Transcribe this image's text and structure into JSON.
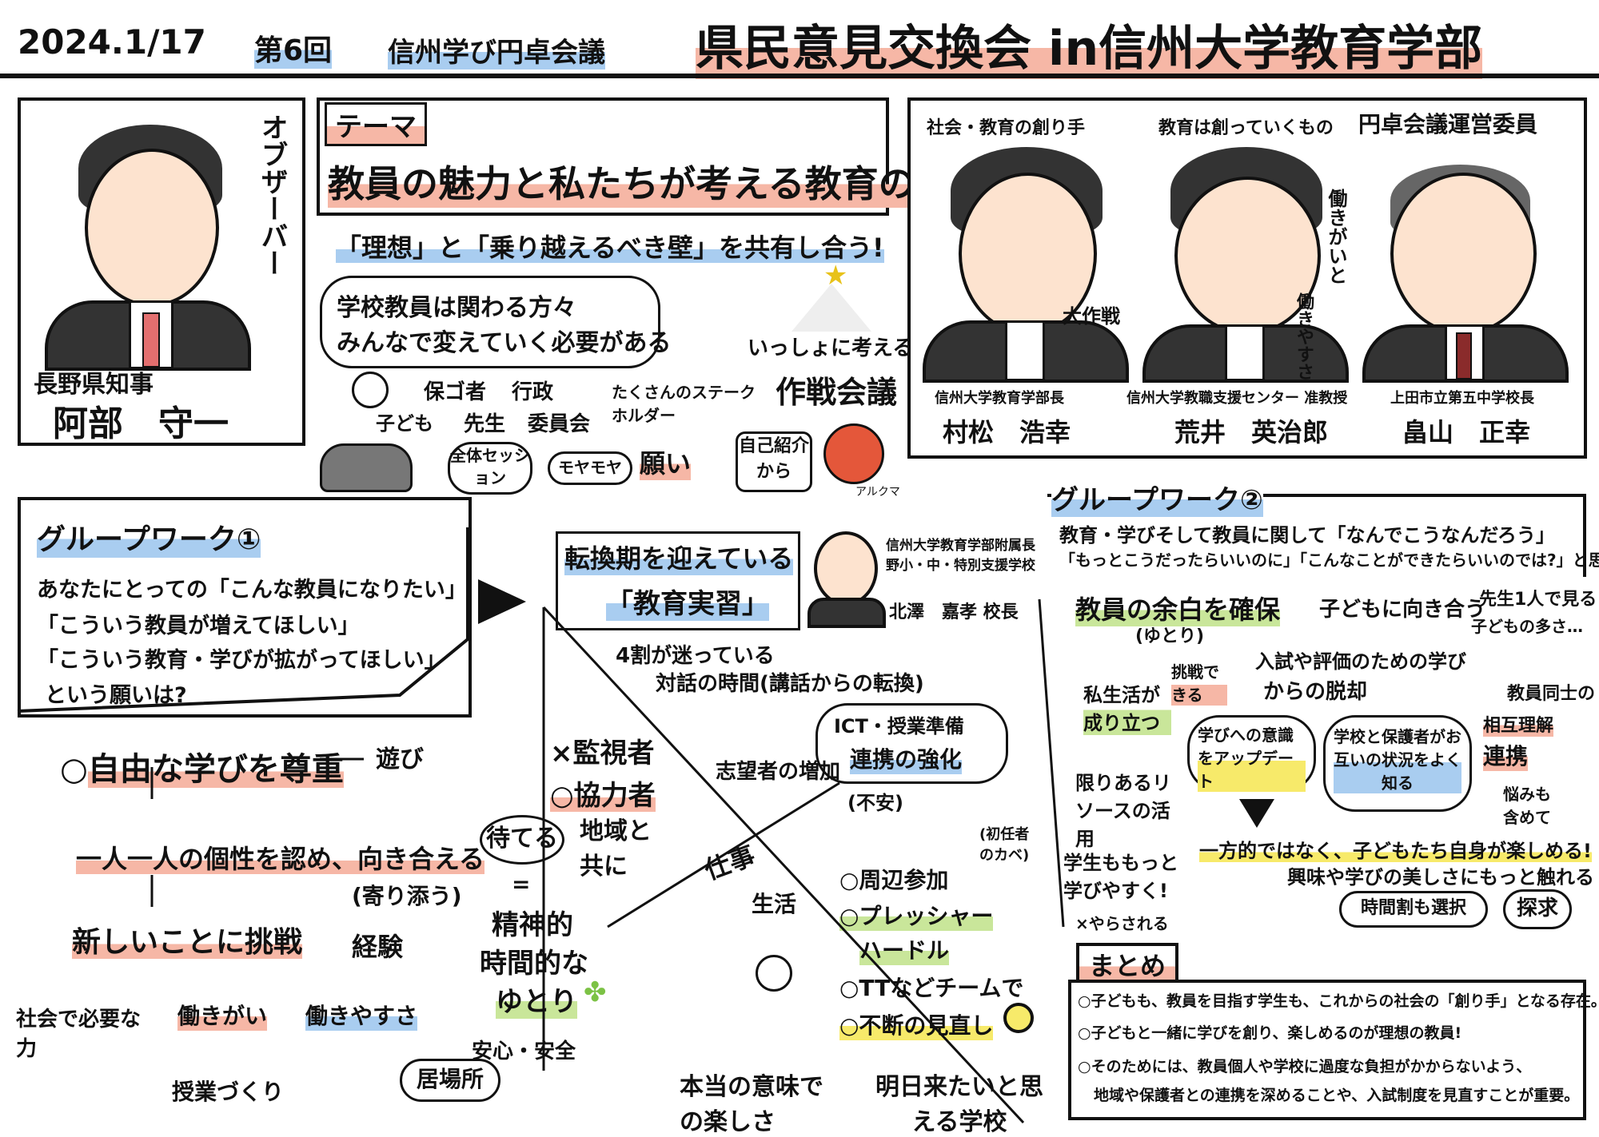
{
  "header": {
    "date": "2024.1/17",
    "session": "第6回",
    "conference": "信州学び円卓会議",
    "event_title": "県民意見交換会 in信州大学教育学部"
  },
  "observer": {
    "role": "オブザーバー",
    "title": "長野県知事",
    "name": "阿部　守一"
  },
  "theme": {
    "label": "テーマ",
    "title": "教員の魅力と私たちが考える教育の未来",
    "share": "「理想」と「乗り越えるべき壁」を共有し合う!",
    "bubble_line1": "学校教員は関わる方々",
    "bubble_line2": "みんなで変えていく必要がある",
    "stakeholders_note": "たくさんのステークホルダー",
    "stakeholders": [
      "保ゴ者",
      "行政",
      "子ども",
      "先生",
      "委員会"
    ],
    "together": "いっしょに考える",
    "strategy": "作戦会議",
    "flow": [
      "全体セッション",
      "モヤモヤ",
      "願い",
      "自己紹介から"
    ],
    "mascot": "アルクマ"
  },
  "panel": {
    "committee": "円卓会議運営委員",
    "members": [
      {
        "caption": "社会・教育の創り手",
        "affiliation": "信州大学教育学部長",
        "name": "村松　浩幸",
        "note": "大作戦"
      },
      {
        "caption": "教育は創っていくもの",
        "affiliation": "信州大学教職支援センター 准教授",
        "name": "荒井　英治郎",
        "note1": "働きがいと",
        "note2": "働きやすさ"
      },
      {
        "caption": "",
        "affiliation": "上田市立第五中学校長",
        "name": "畠山　正幸"
      }
    ]
  },
  "group1": {
    "title": "グループワーク①",
    "q1": "あなたにとっての「こんな教員になりたい」",
    "q2": "「こういう教員が増えてほしい」",
    "q3": "「こういう教育・学びが拡がってほしい」",
    "q4": "という願いは?"
  },
  "left_flow": {
    "free": "自由な学びを尊重",
    "play": "遊び",
    "individual": "一人一人の個性を認め、向き合える",
    "accompany": "(寄り添う)",
    "challenge": "新しいことに挑戦",
    "experience": "経験",
    "society": "社会で必要な力",
    "worth": "働きがい",
    "ease": "働きやすさ",
    "lesson": "授業づくり",
    "supervisor": "×監視者",
    "cooperator": "○協力者",
    "region": "地域と共に",
    "wait": "待てる",
    "equal": "=",
    "margin1": "精神的",
    "margin2": "時間的な",
    "margin3": "ゆとり",
    "safe": "安心・安全",
    "place": "居場所",
    "work": "仕事",
    "life": "生活",
    "fun": "本当の意味での楽しさ",
    "school": "明日来たいと思える学校"
  },
  "practicum": {
    "title1": "転換期を迎えている",
    "title2": "「教育実習」",
    "speaker_aff": "信州大学教育学部附属長野小・中・特別支援学校",
    "speaker_name": "北澤　嘉孝 校長",
    "lost": "4割が迷っている",
    "dialogue": "対話の時間(講話からの転換)",
    "ict": "ICT・授業準備",
    "collab": "連携の強化",
    "increase": "志望者の増加",
    "anxiety": "(不安)",
    "first_wall": "(初任者のカベ)",
    "items": [
      "○周辺参加",
      "○プレッシャー",
      "ハードル",
      "○TTなどチームで",
      "○不断の見直し"
    ]
  },
  "group2": {
    "title": "グループワーク②",
    "line1": "教育・学びそして教員に関して「なんでこうなんだろう」",
    "line2": "「もっとこうだったらいいのに」「こんなことができたらいいのでは?」と思うこと",
    "secure": "教員の余白を確保",
    "yutori": "(ゆとり)",
    "face_children": "子どもに向き合う",
    "alone": "先生1人で見る",
    "many": "子どもの多さ…",
    "private": "私生活が成り立つ",
    "can_challenge": "挑戦できる",
    "exam": "入試や評価のための学び",
    "escape": "からの脱却",
    "limited": "限りあるリソースの活用",
    "update": "学びへの意識をアップデート",
    "school_guardian": "学校と保護者がお互いの状況をよく知る",
    "mutual": "相互理解",
    "teachers": "教員同士の",
    "cooperation": "連携",
    "worry": "悩みも含めて",
    "students": "学生ももっと学びやすく!",
    "forced": "×やらされる",
    "enjoy": "一方的ではなく、子どもたち自身が楽しめる!",
    "interest": "興味や学びの美しさにもっと触れる",
    "timetable": "時間割も選択",
    "inquiry": "探求"
  },
  "summary": {
    "title": "まとめ",
    "items": [
      "○子どもも、教員を目指す学生も、これからの社会の「創り手」となる存在。",
      "○子どもと一緒に学びを創り、楽しめるのが理想の教員!",
      "○そのためには、教員個人や学校に過度な負担がかからないよう、",
      "地域や保護者との連携を深めることや、入試制度を見直すことが重要。"
    ]
  },
  "colors": {
    "accent_pink": "#f6b7a6",
    "accent_blue": "#a9cdf0",
    "accent_green": "#c9e69a",
    "accent_yellow": "#f7ea6a",
    "ink": "#111111"
  }
}
